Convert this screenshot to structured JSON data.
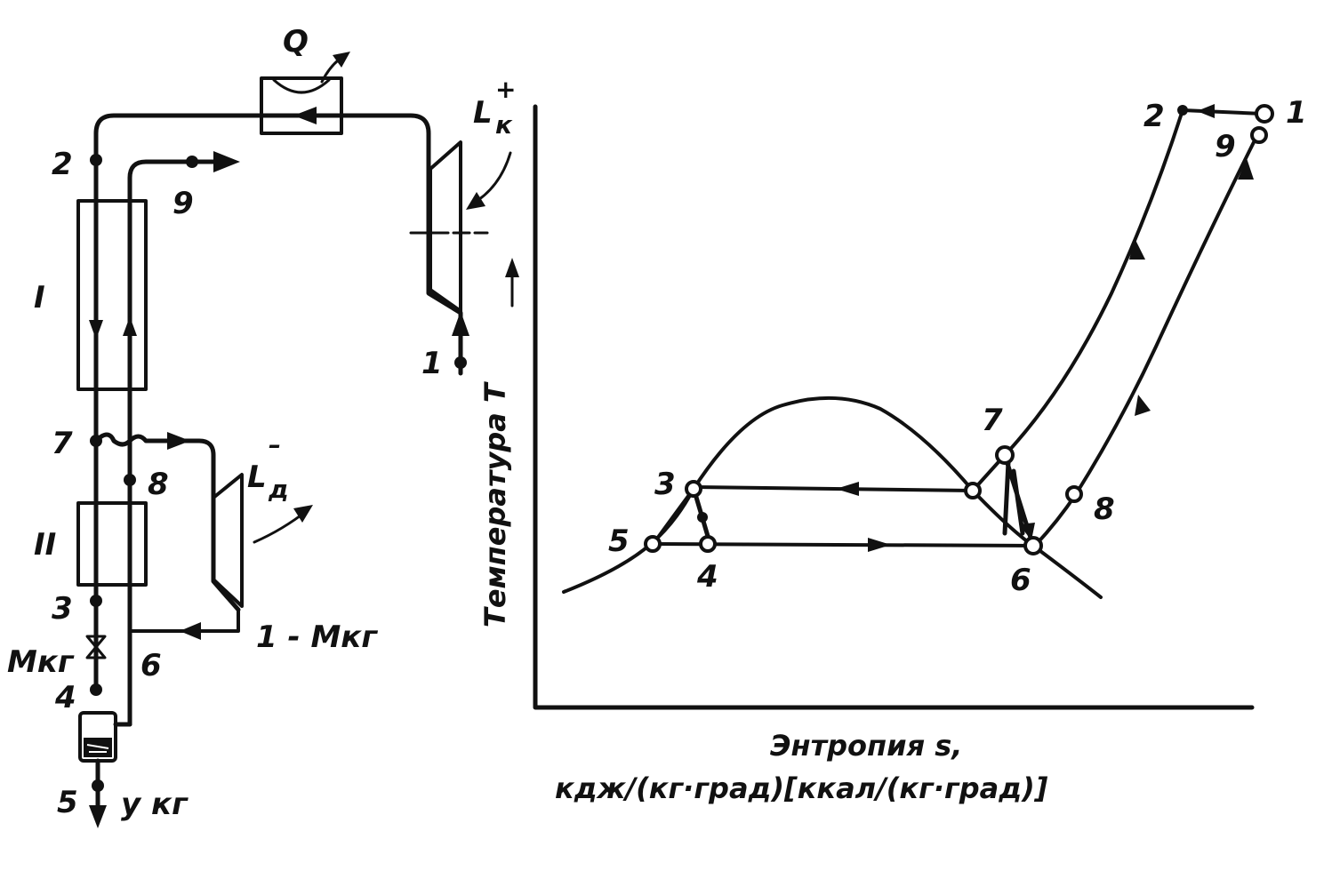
{
  "scheme": {
    "label_Q": "Q",
    "label_Lk": "L",
    "label_Lk_sup": "+",
    "label_Lk_sub": "к",
    "label_Ld": "L",
    "label_Ld_sup": "–",
    "label_Ld_sub": "д",
    "hx1": "I",
    "hx2": "II",
    "p2": "2",
    "p9": "9",
    "p7": "7",
    "p8": "8",
    "p3": "3",
    "p4": "4",
    "p6": "6",
    "p5": "5",
    "p1": "1",
    "M_kg": "Мкг",
    "one_minus_M": "1 - Мкг",
    "y_kg": "у кг"
  },
  "ts_diagram": {
    "ylabel": "Температура Т",
    "xlabel_line1": "Энтропия s,",
    "xlabel_line2": "кдж/(кг·град)[ккал/(кг·град)]",
    "points": [
      "1",
      "2",
      "9",
      "7",
      "8",
      "3",
      "5",
      "4",
      "6"
    ]
  }
}
